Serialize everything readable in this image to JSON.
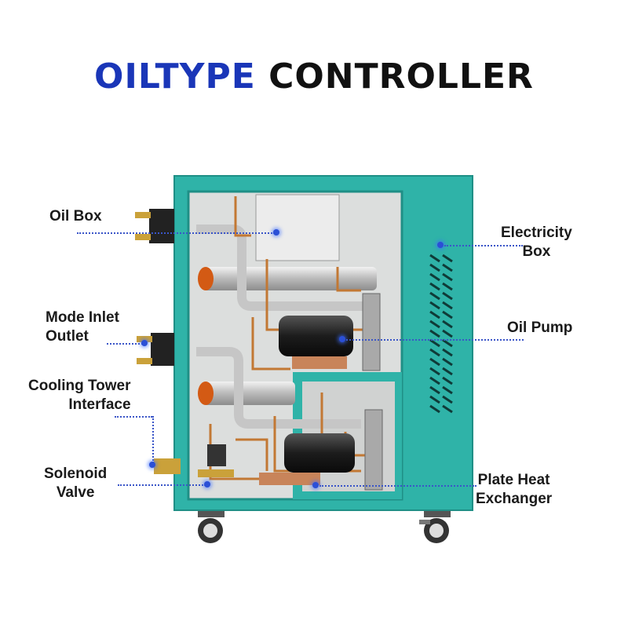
{
  "title": {
    "accent": "OILTYPE",
    "rest": "CONTROLLER"
  },
  "labels": {
    "oil_box": "Oil Box",
    "mode_inlet_outlet": [
      "Mode Inlet",
      "Outlet"
    ],
    "cooling_tower_interface": [
      "Cooling Tower",
      "Interface"
    ],
    "solenoid_valve": [
      "Solenoid",
      "Valve"
    ],
    "electricity_box": [
      "Electricity",
      "Box"
    ],
    "oil_pump": "Oil Pump",
    "plate_heat_exchanger": [
      "Plate Heat",
      "Exchanger"
    ]
  },
  "colors": {
    "title_accent": "#1a36b8",
    "leader": "#3a55c8",
    "cabinet": "#2fb3a8"
  }
}
